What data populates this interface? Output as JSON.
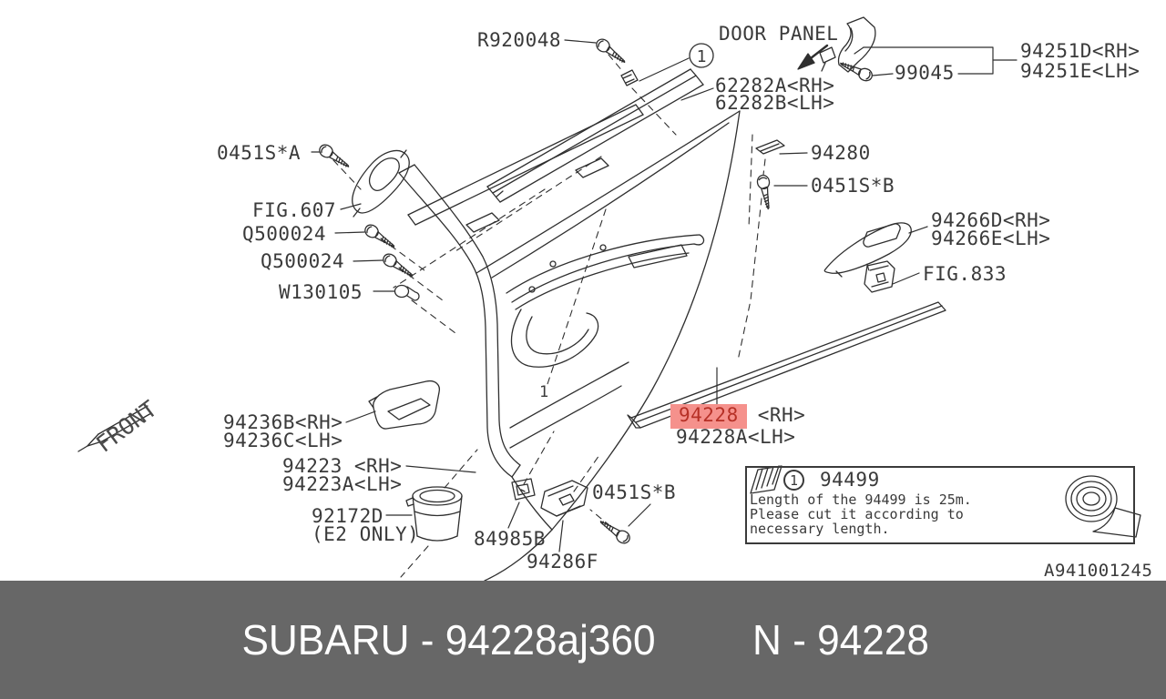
{
  "diagram": {
    "callouts": {
      "r920048": "R920048",
      "door_panel": "DOOR PANEL",
      "p99045": "99045",
      "p94251d": "94251D<RH>",
      "p94251e": "94251E<LH>",
      "p62282a": "62282A<RH>",
      "p62282b": "62282B<LH>",
      "s0451s_a": "0451S*A",
      "p94280": "94280",
      "s0451s_b_upper": "0451S*B",
      "fig607": "FIG.607",
      "q500024_upper": "Q500024",
      "q500024_lower": "Q500024",
      "w130105": "W130105",
      "p94266d": "94266D<RH>",
      "p94266e": "94266E<LH>",
      "fig833": "FIG.833",
      "p94236b": "94236B<RH>",
      "p94236c": "94236C<LH>",
      "p94228_highlight": "94228",
      "p94228_side": "<RH>",
      "p94228a": "94228A<LH>",
      "p94223": "94223 <RH>",
      "p94223a": "94223A<LH>",
      "p92172d": "92172D",
      "p92172d_note": "(E2 ONLY)",
      "p84985b": "84985B",
      "s0451s_b_lower": "0451S*B",
      "p94286f": "94286F"
    },
    "front_marker": "FRONT",
    "ref_marker_1": "1",
    "inline_ref_1": "1",
    "note_box": {
      "ref": "1",
      "part": "94499",
      "line1": "Length of the 94499 is 25m.",
      "line2": "Please cut it according to",
      "line3": "necessary length."
    },
    "drawing_code": "A941001245",
    "highlight_color": "#f5918c",
    "highlight_text_color": "#b63026",
    "line_color": "#2f2f2f"
  },
  "footer": {
    "left_text": "SUBARU - 94228aj360",
    "right_text": "N - 94228",
    "background": "#676767",
    "text_color": "#ffffff"
  }
}
